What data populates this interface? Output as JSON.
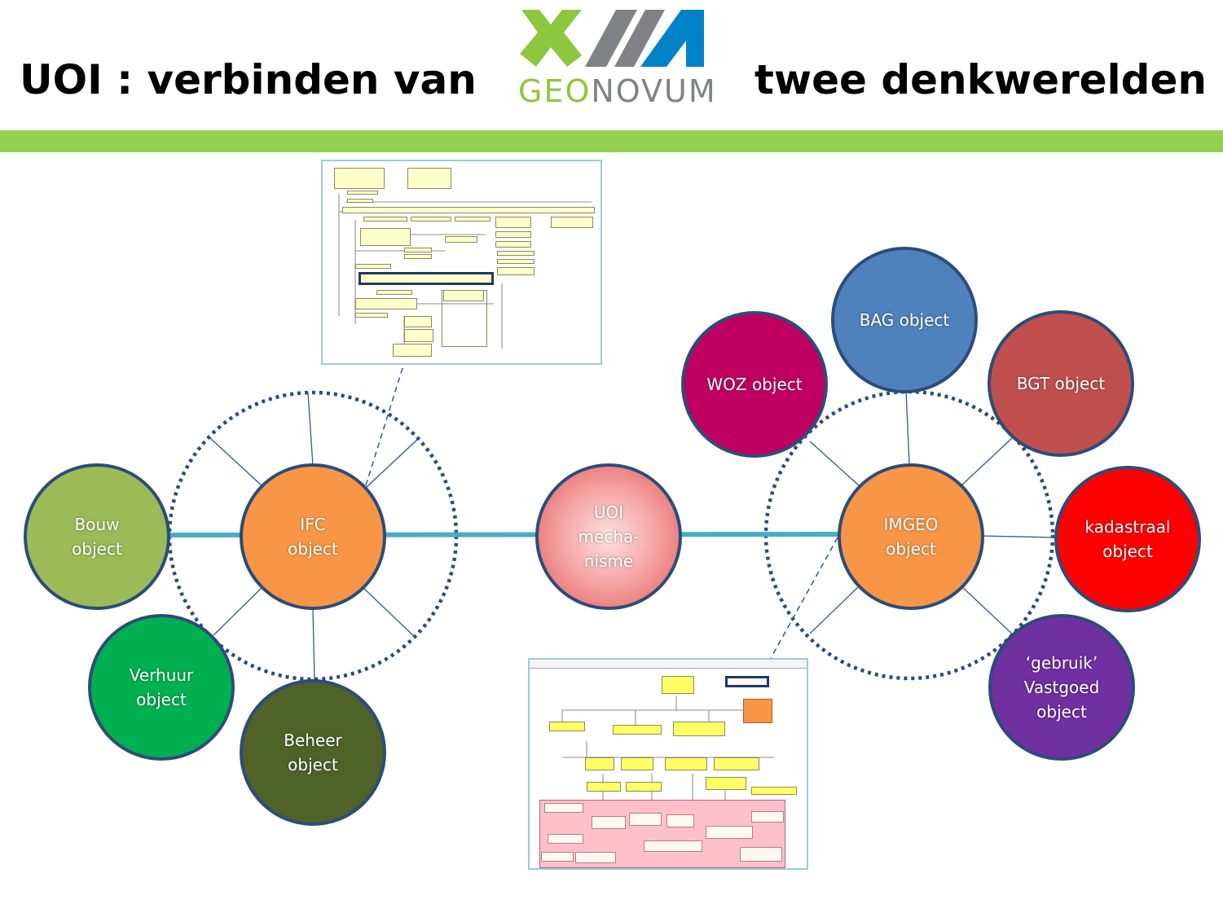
{
  "header": {
    "title_left": "UOI : verbinden van",
    "title_right": "twee denkwerelden",
    "logo_geo": "GEO",
    "logo_novum": "NOVUM"
  },
  "colors": {
    "green_bar": "#92d050",
    "connector": "#4bacc6",
    "circle_border": "#2c4c7a"
  },
  "nodes": {
    "bouw": {
      "label": "Bouw\nobject",
      "color": "#9bbb59"
    },
    "verhuur": {
      "label": "Verhuur\nobject",
      "color": "#00b050"
    },
    "beheer": {
      "label": "Beheer\nobject",
      "color": "#4f6228"
    },
    "ifc": {
      "label": "IFC\nobject",
      "color": "#f79646"
    },
    "uoi": {
      "label": "UOI\nmecha-\nnisme",
      "color": "#e46c6c"
    },
    "imgeo": {
      "label": "IMGEO\nobject",
      "color": "#f79646"
    },
    "woz": {
      "label": "WOZ object",
      "color": "#c00060"
    },
    "bag": {
      "label": "BAG object",
      "color": "#4f81bd"
    },
    "bgt": {
      "label": "BGT object",
      "color": "#c0504d"
    },
    "kadastraal": {
      "label": "kadastraal\nobject",
      "color": "#ff0000"
    },
    "gebruik": {
      "label": "‘gebruik’\nVastgoed\nobject",
      "color": "#7030a0"
    }
  }
}
